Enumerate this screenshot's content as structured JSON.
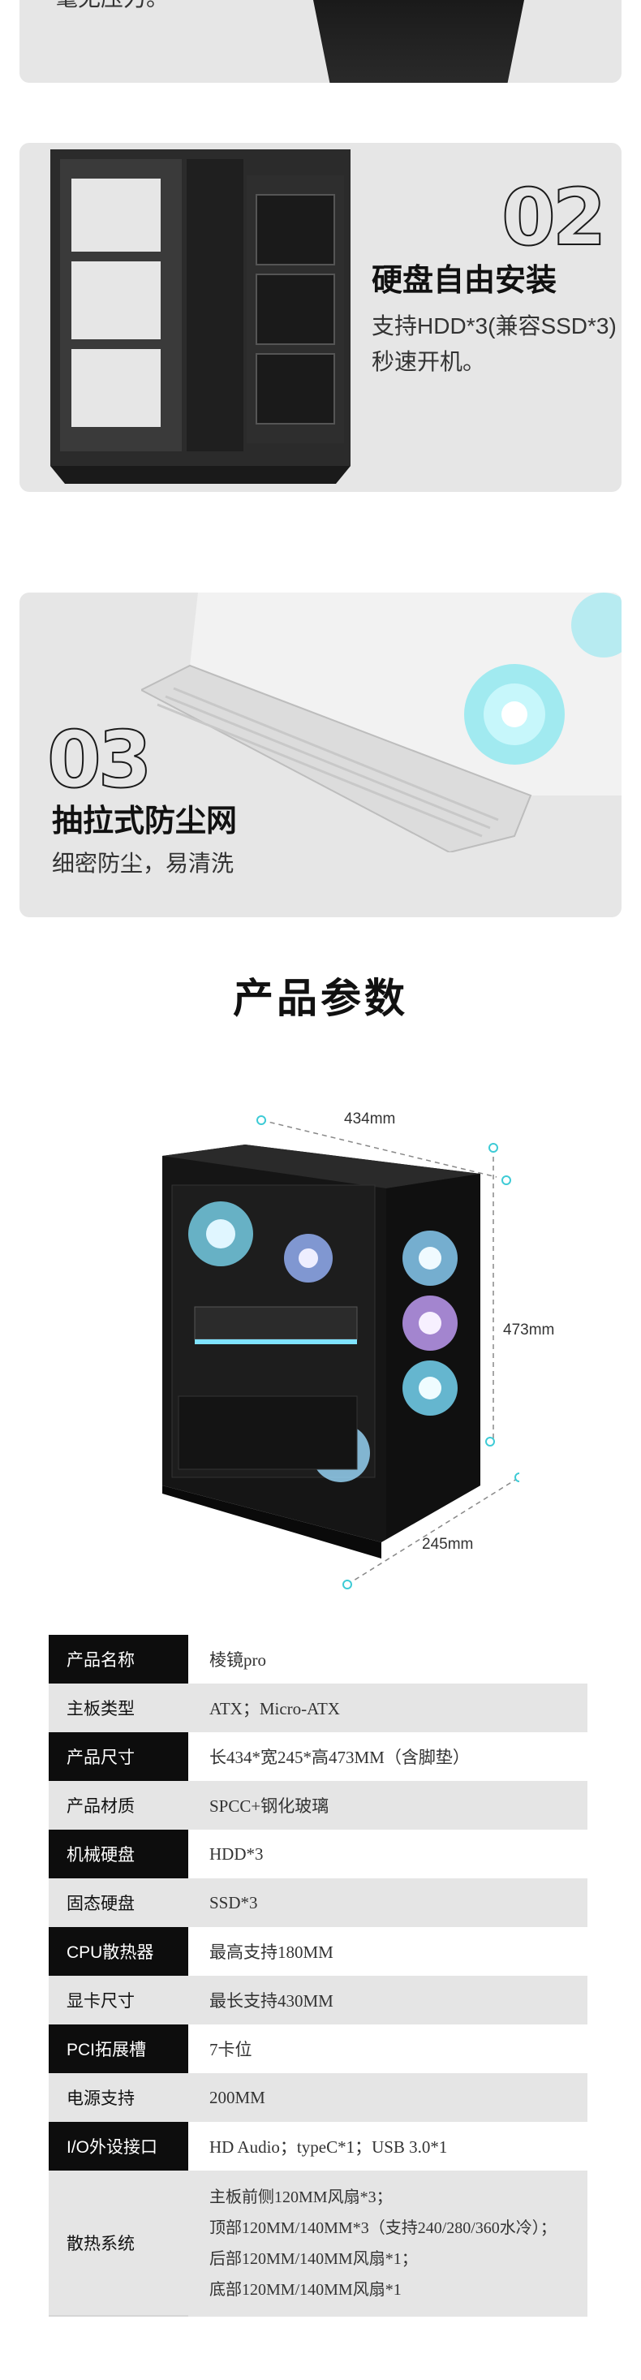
{
  "feature_1": {
    "desc": "毫无压力。"
  },
  "feature_2": {
    "number": "02",
    "title": "硬盘自由安装",
    "desc": "支持HDD*3(兼容SSD*3)\n秒速开机。"
  },
  "feature_3": {
    "number": "03",
    "title": "抽拉式防尘网",
    "desc": "细密防尘，易清洗"
  },
  "spec_heading": "产品参数",
  "dimensions": {
    "length": "434mm",
    "height": "473mm",
    "width": "245mm"
  },
  "specs": [
    {
      "key": "产品名称",
      "value": "棱镜pro"
    },
    {
      "key": "主板类型",
      "value": "ATX；Micro-ATX"
    },
    {
      "key": "产品尺寸",
      "value": "长434*宽245*高473MM（含脚垫）"
    },
    {
      "key": "产品材质",
      "value": "SPCC+钢化玻璃"
    },
    {
      "key": "机械硬盘",
      "value": "HDD*3"
    },
    {
      "key": "固态硬盘",
      "value": "SSD*3"
    },
    {
      "key": "CPU散热器",
      "value": "最高支持180MM"
    },
    {
      "key": "显卡尺寸",
      "value": "最长支持430MM"
    },
    {
      "key": "PCI拓展槽",
      "value": "7卡位"
    },
    {
      "key": "电源支持",
      "value": "200MM"
    },
    {
      "key": "I/O外设接口",
      "value": "HD Audio；typeC*1；USB 3.0*1"
    }
  ],
  "cooling": {
    "key": "散热系统",
    "lines": [
      "主板前侧120MM风扇*3；",
      "顶部120MM/140MM*3（支持240/280/360水冷）；",
      "后部120MM/140MM风扇*1；",
      "底部120MM/140MM风扇*1"
    ]
  }
}
